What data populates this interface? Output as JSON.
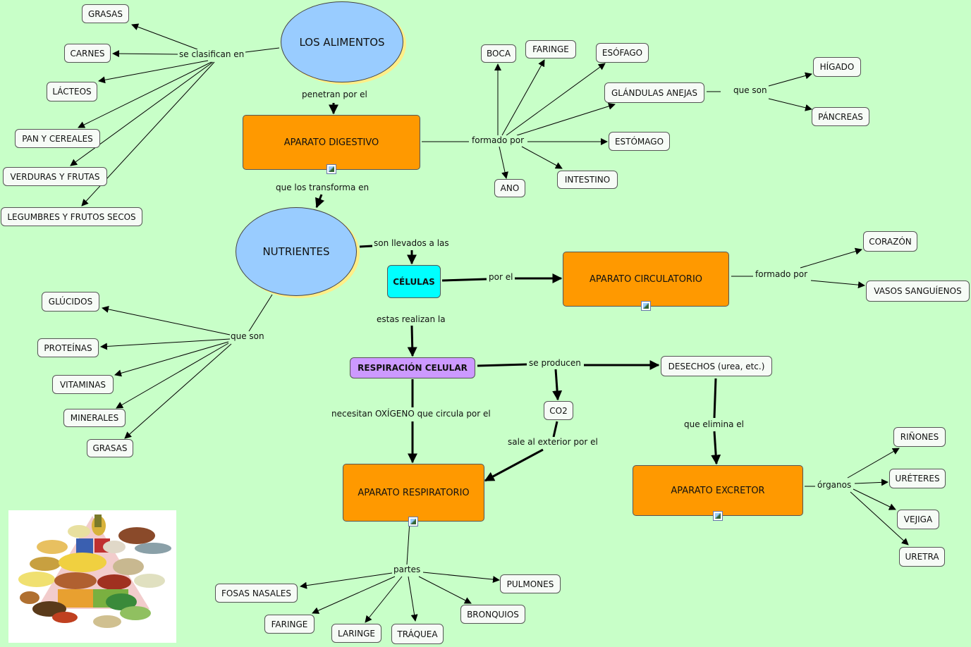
{
  "nodes": {
    "alimentos": "LOS ALIMENTOS",
    "digestivo": "APARATO DIGESTIVO",
    "nutrientes": "NUTRIENTES",
    "celulas": "CÉLULAS",
    "circulatorio": "APARATO CIRCULATORIO",
    "respiracion": "RESPIRACIÓN CELULAR",
    "desechos": "DESECHOS (urea, etc.)",
    "co2": "CO2",
    "respiratorio": "APARATO RESPIRATORIO",
    "excretor": "APARATO EXCRETOR"
  },
  "food_groups": [
    "GRASAS",
    "CARNES",
    "LÁCTEOS",
    "PAN Y CEREALES",
    "VERDURAS Y FRUTAS",
    "LEGUMBRES Y FRUTOS SECOS"
  ],
  "digestive_parts": [
    "BOCA",
    "FARINGE",
    "ESÓFAGO",
    "GLÁNDULAS ANEJAS",
    "ESTÓMAGO",
    "INTESTINO",
    "ANO"
  ],
  "glands": [
    "HÍGADO",
    "PÁNCREAS"
  ],
  "nutrient_types": [
    "GLÚCIDOS",
    "PROTEÍNAS",
    "VITAMINAS",
    "MINERALES",
    "GRASAS"
  ],
  "circulatory_parts": [
    "CORAZÓN",
    "VASOS SANGUÍENOS"
  ],
  "respiratory_parts": [
    "FOSAS NASALES",
    "FARINGE",
    "LARINGE",
    "TRÁQUEA",
    "BRONQUIOS",
    "PULMONES"
  ],
  "excretory_organs": [
    "RIÑONES",
    "URÉTERES",
    "VEJIGA",
    "URETRA"
  ],
  "links": {
    "se_clasifican": "se clasifican en",
    "penetran": "penetran por el",
    "formado_por_1": "formado por",
    "que_son_1": "que son",
    "transforma": "que los transforma en",
    "llevados": "son llevados a las",
    "por_el": "por el",
    "formado_por_2": "formado por",
    "que_son_2": "que son",
    "realizan": "estas realizan la",
    "producen": "se producen",
    "necesitan": "necesitan OXÍGENO que circula por el",
    "sale": "sale al exterior por el",
    "elimina": "que elimina el",
    "organos": "órganos",
    "partes": "partes"
  },
  "colors": {
    "background": "#c8ffc8",
    "organ_box": "#ff9900",
    "oval": "#99ccff",
    "cells": "#00ffff",
    "respiration": "#cc99ff"
  }
}
